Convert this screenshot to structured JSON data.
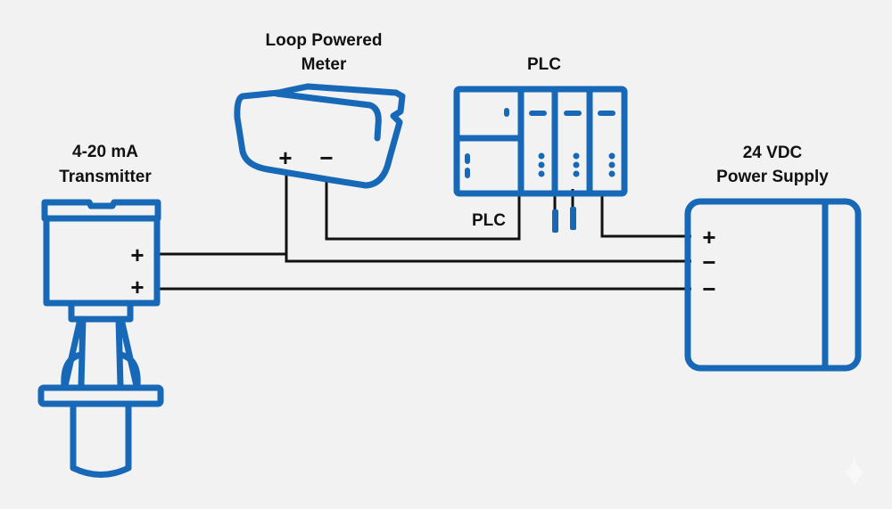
{
  "diagram": {
    "title": "4-20 mA Loop Wiring",
    "components": {
      "transmitter": {
        "label_line1": "4-20 mA",
        "label_line2": "Transmitter",
        "terminal_1": "+",
        "terminal_2": "+"
      },
      "meter": {
        "label_line1": "Loop Powered",
        "label_line2": "Meter",
        "terminal_plus": "+",
        "terminal_minus": "−"
      },
      "plc": {
        "label": "PLC",
        "inner_label": "PLC"
      },
      "power_supply": {
        "label_line1": "24 VDC",
        "label_line2": "Power Supply",
        "terminal_1": "+",
        "terminal_2": "−",
        "terminal_3": "−"
      }
    },
    "connections": [
      {
        "from": "transmitter +(1)",
        "to": "meter +"
      },
      {
        "from": "meter +",
        "to": "power_supply −(1)"
      },
      {
        "from": "meter −",
        "to": "plc"
      },
      {
        "from": "plc",
        "to": "power_supply +"
      },
      {
        "from": "transmitter +(2)",
        "to": "power_supply −(2)"
      }
    ],
    "colors": {
      "device_outline": "#1769b7",
      "wire": "#111111",
      "background": "#f2f2f2"
    },
    "watermark_icon": "sparkle-icon"
  }
}
